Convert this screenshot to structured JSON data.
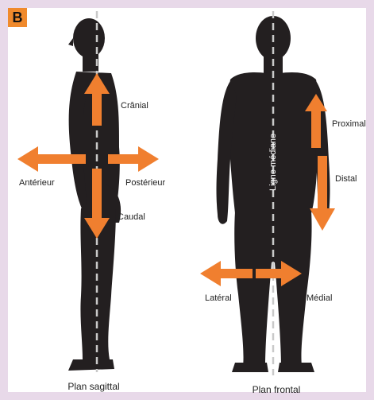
{
  "panel_label": "B",
  "colors": {
    "frame": "#e8d9e9",
    "panel": "#ffffff",
    "silhouette": "#231f20",
    "arrow": "#f07f2f",
    "dash": "#c9c9c9",
    "badge": "#f08a2c"
  },
  "sagittal": {
    "caption": "Plan sagittal",
    "labels": {
      "cranial": "Crânial",
      "anterior": "Antérieur",
      "posterior": "Postérieur",
      "caudal": "Caudal"
    }
  },
  "frontal": {
    "caption": "Plan frontal",
    "midline": "Ligne médiane",
    "labels": {
      "proximal": "Proximal",
      "distal": "Distal",
      "lateral": "Latéral",
      "medial": "Médial"
    }
  }
}
